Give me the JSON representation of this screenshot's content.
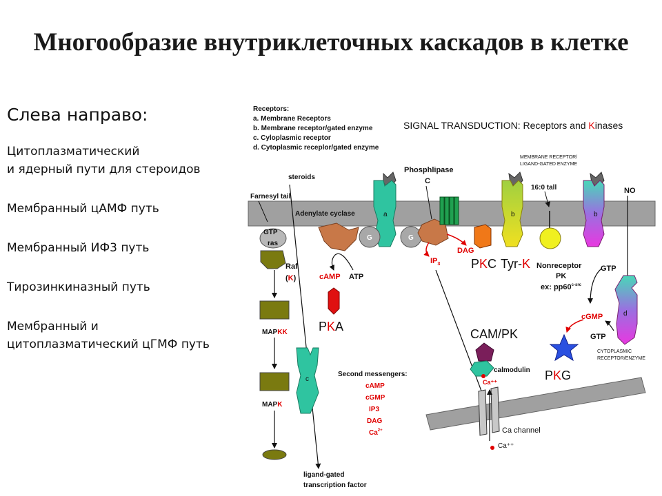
{
  "slide": {
    "title": "Многообразие внутриклеточных каскадов в клетке",
    "left_heading": "Слева направо:",
    "left_items": [
      {
        "line1": "Цитоплазматический",
        "line2": "и ядерный пути для стероидов"
      },
      {
        "line1": "Мембранный цАМФ путь",
        "line2": ""
      },
      {
        "line1": "Мембранный ИФ3 путь",
        "line2": ""
      },
      {
        "line1": "Тирозинкиназный путь",
        "line2": ""
      },
      {
        "line1": "Мембранный и",
        "line2": "цитоплазматический цГМФ путь"
      }
    ]
  },
  "diagram": {
    "title_main": "SIGNAL TRANSDUCTION: Receptors and ",
    "title_k": "K",
    "title_rest": "inases",
    "receptors_legend": [
      "Receptors:",
      "a.  Membrane Receptors",
      "b.  Membrane receptor/gated enzyme",
      "c.  Cyloplasmic receptor",
      "d.  Cytoplasmic receplor/gated enzyme"
    ],
    "steroids": "steroids",
    "farnesyl_tail": "Farnesyl tail",
    "adenylate_cyclase": "Adenylate cyclase",
    "phospholipase": "Phosphlipase",
    "phospholipase_c": "C",
    "membrane_receptor_top": "MEMBRANE RECEPTOR/",
    "membrane_receptor_bottom": "LIGAND-GATED ENZYME",
    "tall_16": "16:0 tall",
    "no": "NO",
    "gtp": "GTP",
    "ras": "ras",
    "g1": "G",
    "g2": "G",
    "a": "a",
    "b1": "b",
    "b2": "b",
    "c": "c",
    "d": "d",
    "dag": "DAG",
    "ip3": "IP",
    "ip3_sub": "3",
    "raf": "Raf",
    "raf_k": "K",
    "camp": "cAMP",
    "atp": "ATP",
    "pka_p": "P",
    "pka_k": "K",
    "pka_a": "A",
    "pkc_p": "P",
    "pkc_k": "K",
    "pkc_c": "C",
    "tyr": "Tyr-",
    "tyr_k": "K",
    "nonreceptor_1": "Nonreceptor",
    "nonreceptor_2": "PK",
    "nonreceptor_3": "ex: pp60",
    "nonreceptor_sup": "c-src",
    "gtp_right": "GTP",
    "cgmp": "cGMP",
    "gtp_right2": "GTP",
    "cytoplasmic_1": "CYTOPLASMIC",
    "cytoplasmic_2": "RECEPTOR/ENZYME",
    "map_kk": "MAP",
    "map_kk_k": "KK",
    "map_k": "MAP",
    "map_k_k": "K",
    "cam_pk": "CAM/PK",
    "calmodulin": "calmodulin",
    "ca_pp": "Ca⁺⁺",
    "pkg_p": "P",
    "pkg_k": "K",
    "pkg_g": "G",
    "second_messengers_title": "Second messengers:",
    "second_messengers": [
      "cAMP",
      "cGMP",
      "IP3",
      "DAG"
    ],
    "sm_ca": "Ca",
    "sm_ca_sup": "2+",
    "ca_channel": "Ca channel",
    "ca_bottom": "Ca⁺⁺",
    "ligand_gated_1": "ligand-gated",
    "ligand_gated_2": "transcription factor"
  },
  "colors": {
    "membrane": "#9e9e9e",
    "teal": "#2fc4a0",
    "olive": "#7a7a10",
    "red": "#e00000",
    "gold": "#e0d820",
    "magenta": "#e040e0",
    "orange": "#f07818",
    "brown": "#c07040",
    "blue": "#2a50e0",
    "green_channel": "#20a050"
  }
}
